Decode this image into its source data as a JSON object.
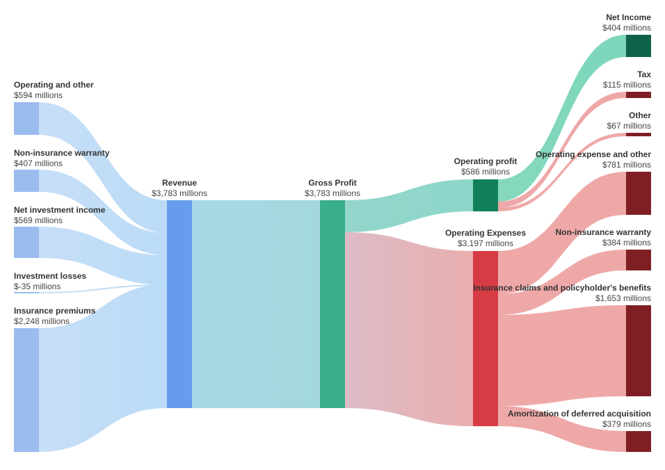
{
  "chart_data": {
    "type": "sankey",
    "unit_format": "${v} millions",
    "nodes": [
      {
        "id": "op_other_in",
        "name": "Operating and other",
        "value_label": "$594 millions",
        "value": 594,
        "column": 0,
        "color": "#9bbcee"
      },
      {
        "id": "noninsur_in",
        "name": "Non-insurance warranty",
        "value_label": "$407 millions",
        "value": 407,
        "column": 0,
        "color": "#9bbcee"
      },
      {
        "id": "netinv_in",
        "name": "Net investment income",
        "value_label": "$569 millions",
        "value": 569,
        "column": 0,
        "color": "#9bbcee"
      },
      {
        "id": "invloss_in",
        "name": "Investment losses",
        "value_label": "$-35 millions",
        "value": -35,
        "column": 0,
        "color": "#9bbcee"
      },
      {
        "id": "premiums_in",
        "name": "Insurance premiums",
        "value_label": "$2,248 millions",
        "value": 2248,
        "column": 0,
        "color": "#9bbcee"
      },
      {
        "id": "revenue",
        "name": "Revenue",
        "value_label": "$3,783 millions",
        "value": 3783,
        "column": 1,
        "color": "#679cec"
      },
      {
        "id": "gross",
        "name": "Gross Profit",
        "value_label": "$3,783 millions",
        "value": 3783,
        "column": 2,
        "color": "#3aae8a"
      },
      {
        "id": "opprofit",
        "name": "Operating profit",
        "value_label": "$586 millions",
        "value": 586,
        "column": 3,
        "color": "#108058"
      },
      {
        "id": "opexp",
        "name": "Operating Expenses",
        "value_label": "$3,197 millions",
        "value": 3197,
        "column": 3,
        "color": "#d73c45"
      },
      {
        "id": "netincome",
        "name": "Net Income",
        "value_label": "$404 millions",
        "value": 404,
        "column": 4,
        "color": "#0e6249"
      },
      {
        "id": "tax",
        "name": "Tax",
        "value_label": "$115 millions",
        "value": 115,
        "column": 4,
        "color": "#7f1f24"
      },
      {
        "id": "other",
        "name": "Other",
        "value_label": "$67 millions",
        "value": 67,
        "column": 4,
        "color": "#7f1f24"
      },
      {
        "id": "opexpother",
        "name": "Operating expense and other",
        "value_label": "$781 millions",
        "value": 781,
        "column": 4,
        "color": "#7f1f24"
      },
      {
        "id": "noninsur_out",
        "name": "Non-insurance warranty",
        "value_label": "$384 millions",
        "value": 384,
        "column": 4,
        "color": "#7f1f24"
      },
      {
        "id": "claims",
        "name": "Insurance claims and policyholder's benefits",
        "value_label": "$1,653 millions",
        "value": 1653,
        "column": 4,
        "color": "#7f1f24"
      },
      {
        "id": "amort",
        "name": "Amortization of deferred acquisition",
        "value_label": "$379 millions",
        "value": 379,
        "column": 4,
        "color": "#7f1f24"
      }
    ],
    "links": [
      {
        "source": "op_other_in",
        "target": "revenue",
        "value": 594,
        "color_from": "#c4ddf7",
        "color_to": "#b7d9f5"
      },
      {
        "source": "noninsur_in",
        "target": "revenue",
        "value": 407,
        "color_from": "#c4ddf7",
        "color_to": "#b7d9f5"
      },
      {
        "source": "netinv_in",
        "target": "revenue",
        "value": 569,
        "color_from": "#c4ddf7",
        "color_to": "#b7d9f5"
      },
      {
        "source": "invloss_in",
        "target": "revenue",
        "value": -35,
        "color_from": "#c4ddf7",
        "color_to": "#b7d9f5"
      },
      {
        "source": "premiums_in",
        "target": "revenue",
        "value": 2248,
        "color_from": "#c4ddf7",
        "color_to": "#b7d9f5"
      },
      {
        "source": "revenue",
        "target": "gross",
        "value": 3783,
        "color_from": "#a3d6e6",
        "color_to": "#9dd6dc"
      },
      {
        "source": "gross",
        "target": "opprofit",
        "value": 586,
        "color_from": "#8fd3c9",
        "color_to": "#87d4c6"
      },
      {
        "source": "gross",
        "target": "opexp",
        "value": 3197,
        "color_from": "#dbb8c4",
        "color_to": "#e8aaaa"
      },
      {
        "source": "opprofit",
        "target": "netincome",
        "value": 404,
        "color_from": "#7fd6ba",
        "color_to": "#74d4b8"
      },
      {
        "source": "opprofit",
        "target": "tax",
        "value": 115,
        "color_from": "#eea3a3",
        "color_to": "#eea3a3"
      },
      {
        "source": "opprofit",
        "target": "other",
        "value": 67,
        "color_from": "#eea3a3",
        "color_to": "#eea3a3"
      },
      {
        "source": "opexp",
        "target": "opexpother",
        "value": 781,
        "color_from": "#eea3a3",
        "color_to": "#eea3a3"
      },
      {
        "source": "opexp",
        "target": "noninsur_out",
        "value": 384,
        "color_from": "#eea3a3",
        "color_to": "#eea3a3"
      },
      {
        "source": "opexp",
        "target": "claims",
        "value": 1653,
        "color_from": "#eea3a3",
        "color_to": "#eea3a3"
      },
      {
        "source": "opexp",
        "target": "amort",
        "value": 379,
        "color_from": "#eea3a3",
        "color_to": "#eea3a3"
      }
    ]
  }
}
